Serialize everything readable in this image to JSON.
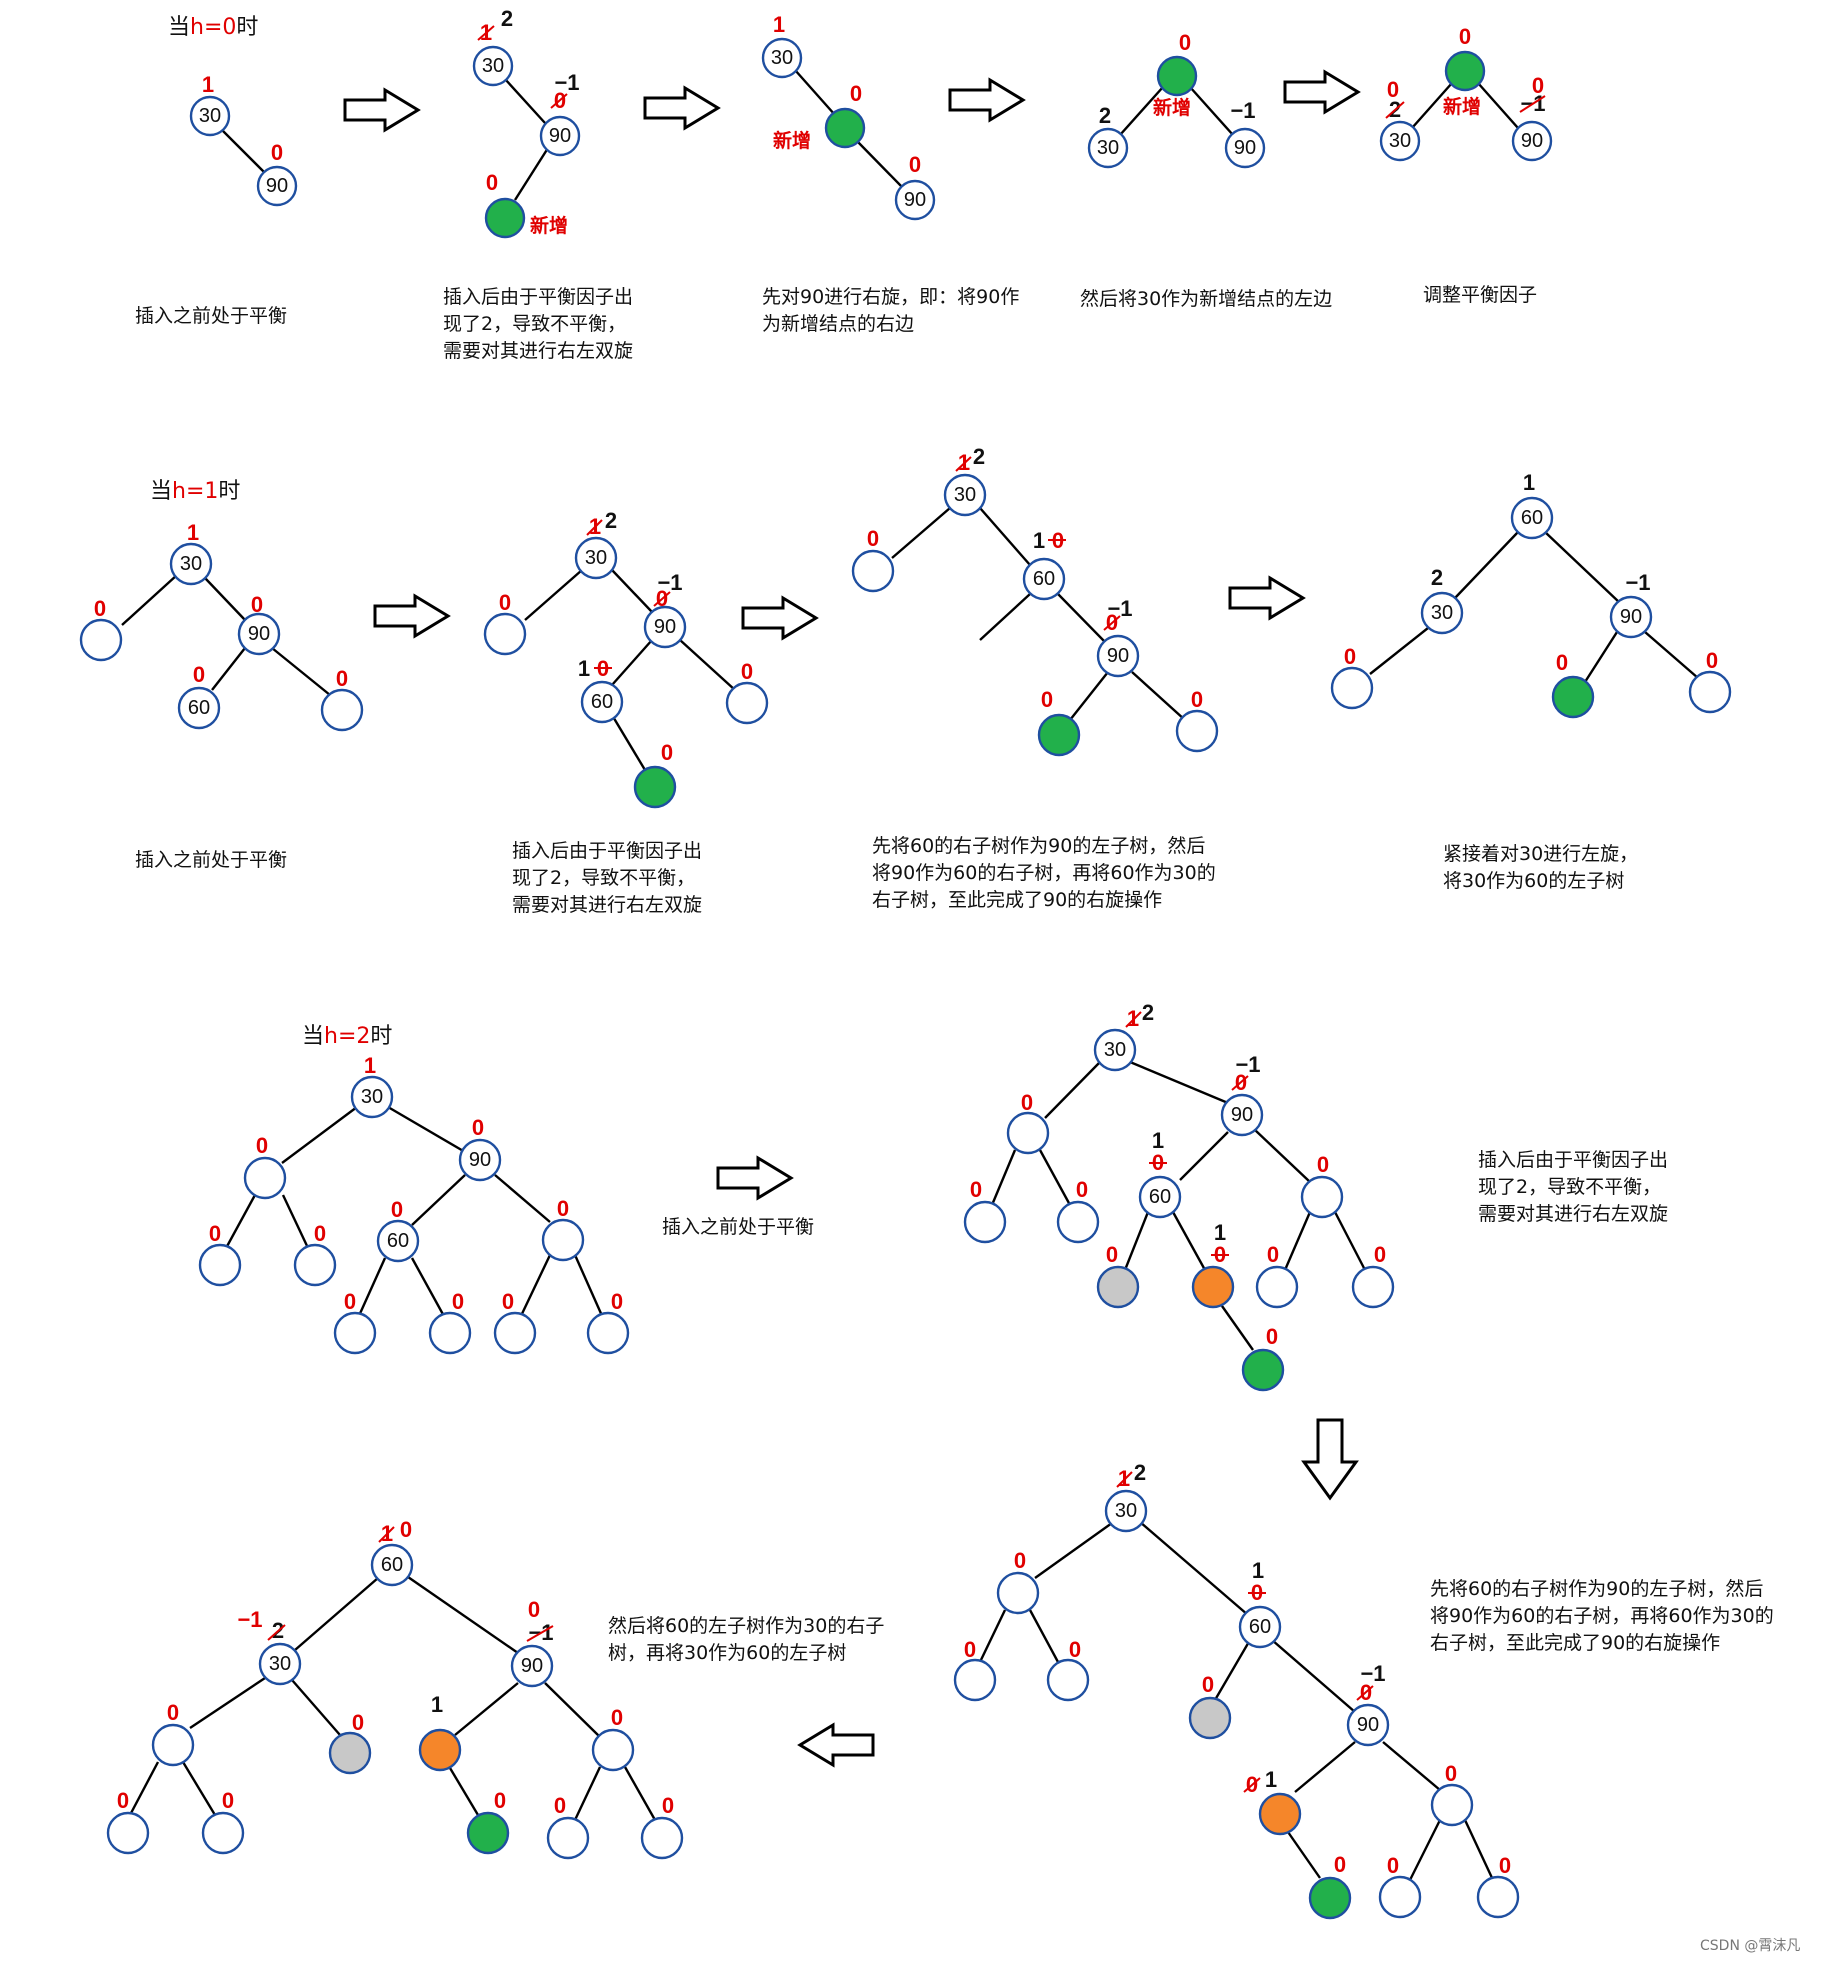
{
  "section_labels": {
    "h0": {
      "prefix": "当",
      "h": "h=0",
      "suffix": "时"
    },
    "h1": {
      "prefix": "当",
      "h": "h=1",
      "suffix": "时"
    },
    "h2": {
      "prefix": "当",
      "h": "h=2",
      "suffix": "时"
    }
  },
  "node_values": {
    "n30": "30",
    "n60": "60",
    "n90": "90"
  },
  "new_node_label": "新增",
  "captions": {
    "before_balanced": "插入之前处于平衡",
    "insert_unbalanced": [
      "插入后由于平衡因子出",
      "现了2，导致不平衡，",
      "需要对其进行右左双旋"
    ],
    "h0_right_rotate": [
      "先对90进行右旋，即：将90作",
      "为新增结点的右边"
    ],
    "h0_left_side": "然后将30作为新增结点的左边",
    "adjust_bf": "调整平衡因子",
    "h1_right_rotate": [
      "先将60的右子树作为90的左子树，然后",
      "将90作为60的右子树，再将60作为30的",
      "右子树，至此完成了90的右旋操作"
    ],
    "h1_left_rotate": [
      "紧接着对30进行左旋，",
      "将30作为60的左子树"
    ],
    "h2_left_rotate": [
      "然后将60的左子树作为30的右子",
      "树，再将30作为60的左子树"
    ]
  },
  "balance_factors": {
    "zero": "0",
    "one": "1",
    "two": "2",
    "minus_one": "−1"
  },
  "colors": {
    "node_border": "#1f4fa0",
    "new_node": "#22b04b",
    "orange_node": "#f5862a",
    "gray_node": "#c8c8c8",
    "bf_red": "#e00000",
    "bf_black": "#111111"
  },
  "credit": "CSDN @霄沫凡"
}
